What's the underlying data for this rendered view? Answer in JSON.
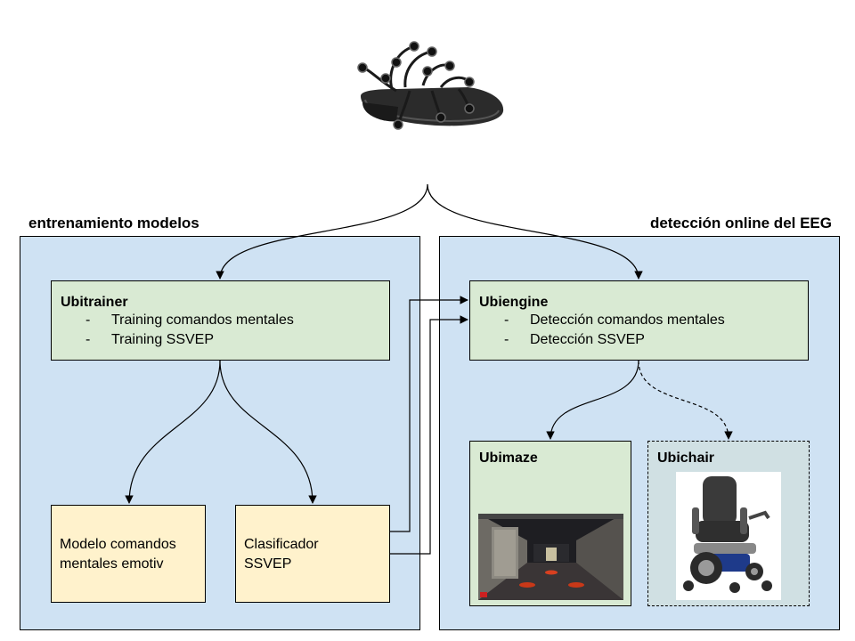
{
  "sections": {
    "training": {
      "label": "entrenamiento modelos"
    },
    "online": {
      "label": "detección online del EEG"
    }
  },
  "ubitrainer": {
    "title": "Ubitrainer",
    "items": [
      "Training comandos mentales",
      "Training SSVEP"
    ]
  },
  "ubiengine": {
    "title": "Ubiengine",
    "items": [
      "Detección comandos mentales",
      "Detección SSVEP"
    ]
  },
  "modelo": {
    "line1": "Modelo comandos",
    "line2": "mentales emotiv"
  },
  "clasificador": {
    "line1": "Clasificador",
    "line2": "SSVEP"
  },
  "ubimaze": {
    "title": "Ubimaze"
  },
  "ubichair": {
    "title": "Ubichair"
  },
  "colors": {
    "section_bg": "#cfe2f3",
    "green_bg": "#d9ead3",
    "yellow_bg": "#fff2cc",
    "ubichair_bg": "#d0e0e3"
  },
  "icons": [
    "eeg-headset-icon",
    "maze-game-image",
    "wheelchair-image"
  ]
}
